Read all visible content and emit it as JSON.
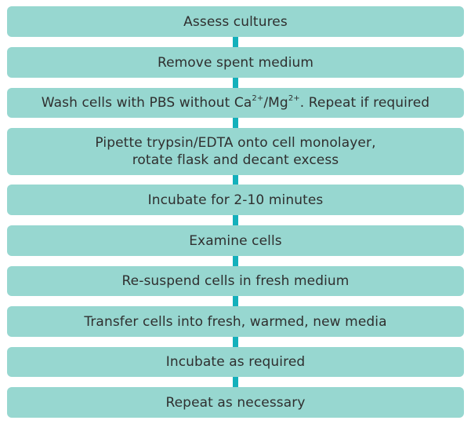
{
  "flowchart": {
    "steps": [
      {
        "label": "Assess cultures"
      },
      {
        "label": "Remove spent medium"
      },
      {
        "label_parts": {
          "p1": "Wash cells with PBS without Ca",
          "sup1": "2+",
          "p2": "/Mg",
          "sup2": "2+",
          "p3": ". Repeat if required"
        }
      },
      {
        "line1": "Pipette trypsin/EDTA onto cell monolayer,",
        "line2": "rotate flask and decant excess"
      },
      {
        "label": "Incubate for 2-10 minutes"
      },
      {
        "label": "Examine cells"
      },
      {
        "label": "Re-suspend cells in fresh medium"
      },
      {
        "label": "Transfer cells into fresh, warmed, new media"
      },
      {
        "label": "Incubate as required"
      },
      {
        "label": "Repeat as necessary"
      }
    ]
  },
  "colors": {
    "box_fill": "#97d7d0",
    "connector": "#14b0bb",
    "text": "#2f2f2f"
  }
}
